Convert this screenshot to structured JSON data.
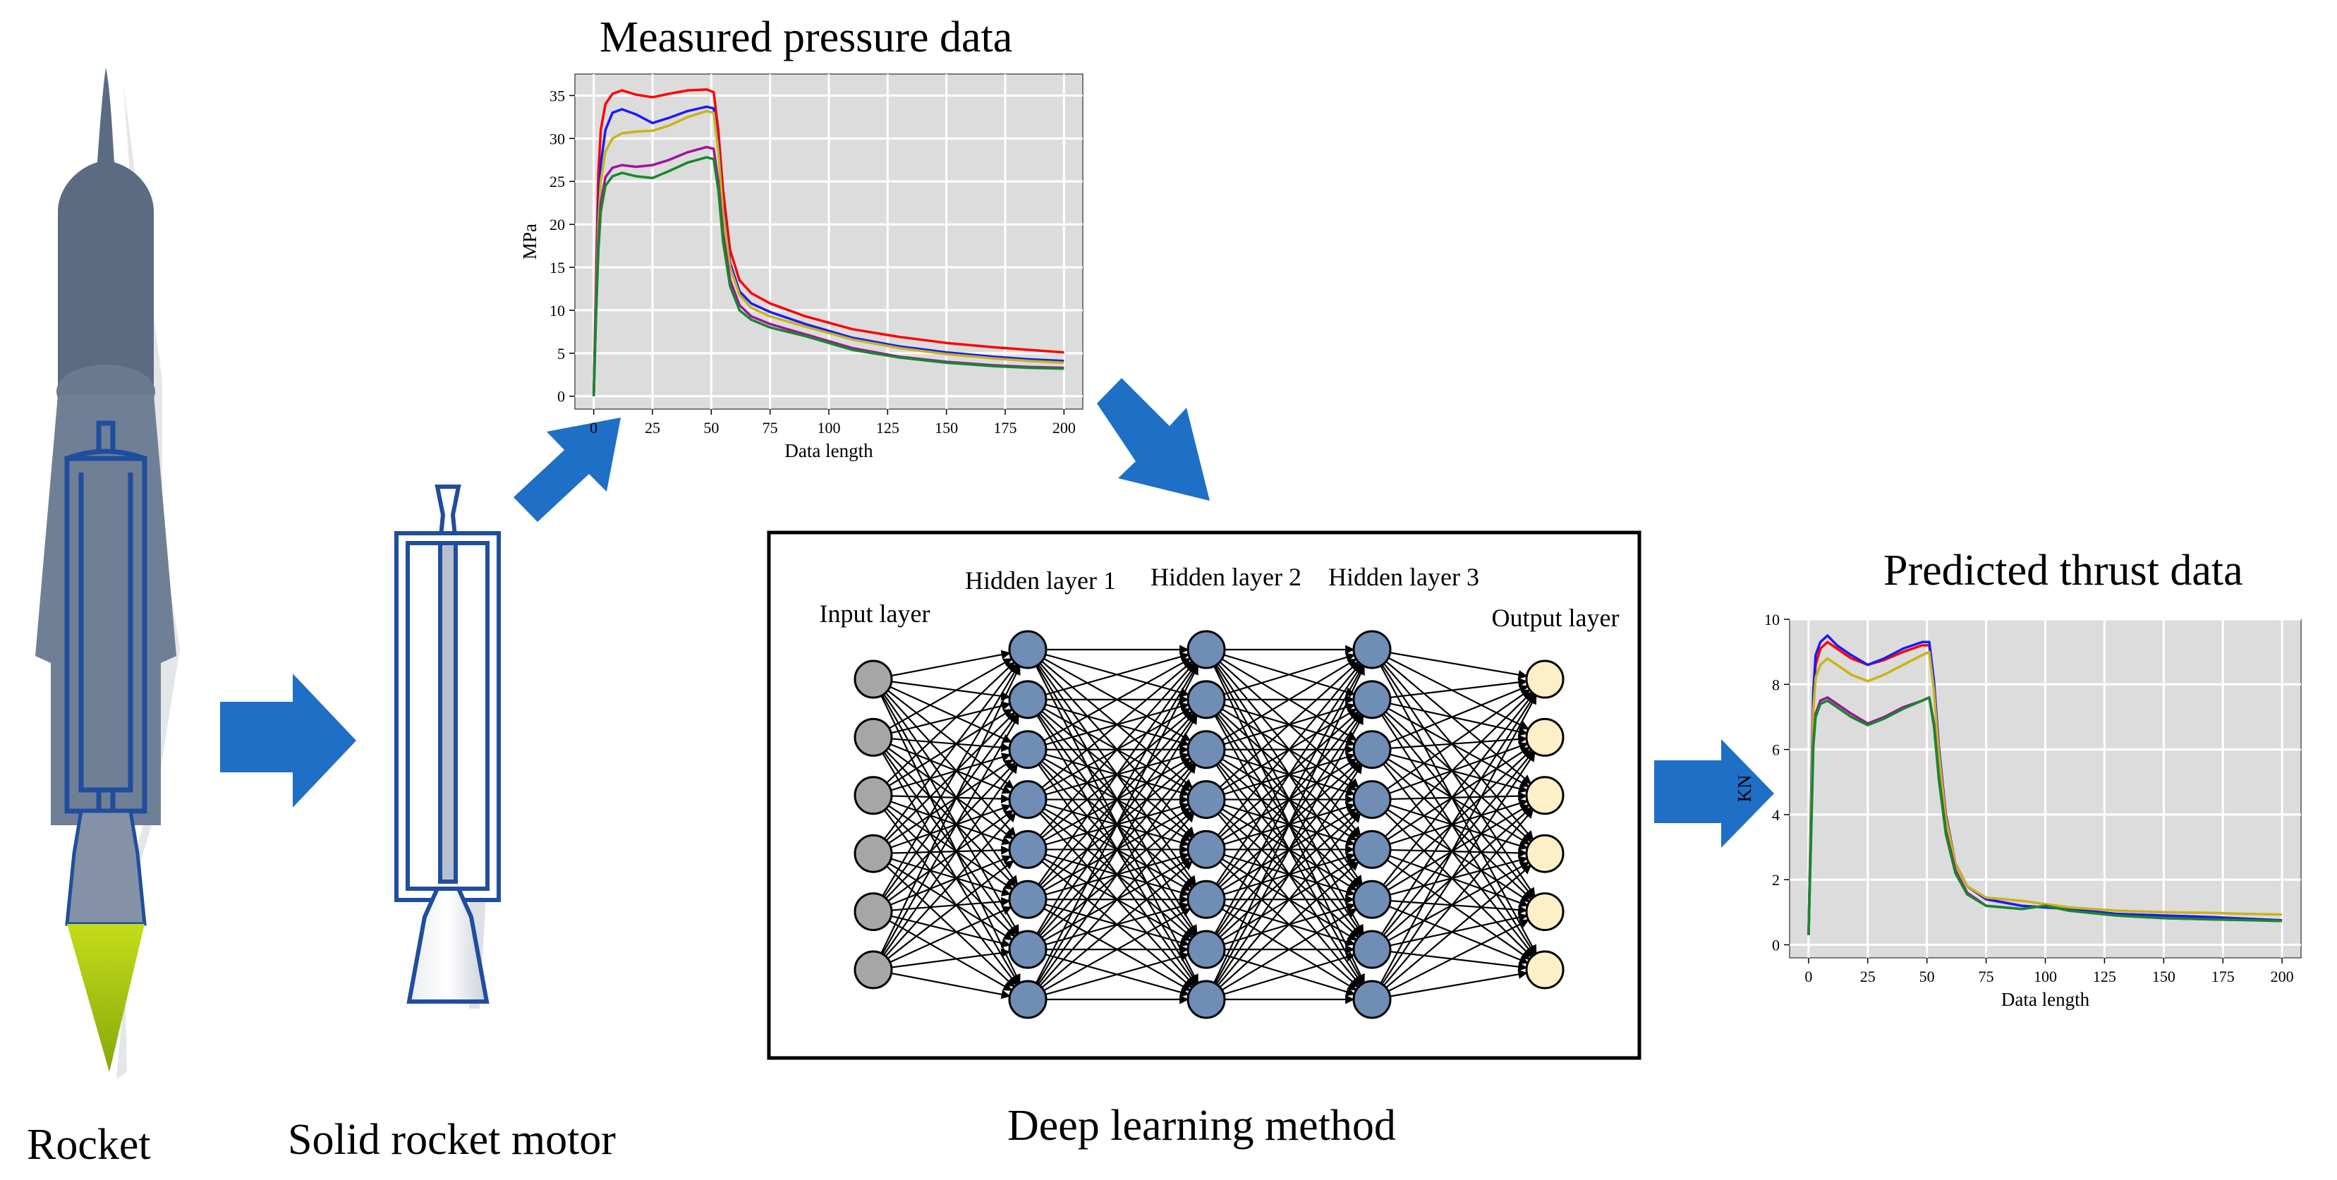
{
  "captions": {
    "rocket": "Rocket",
    "motor": "Solid rocket motor",
    "dl": "Deep learning method"
  },
  "network": {
    "layer_labels": [
      "Input layer",
      "Hidden layer 1",
      "Hidden layer 2",
      "Hidden layer 3",
      "Output layer"
    ],
    "layer_sizes": [
      6,
      8,
      8,
      8,
      6
    ],
    "colors": {
      "input": "#a6a6a6",
      "hidden": "#6f8db5",
      "output": "#fdf0c8"
    }
  },
  "colors": {
    "arrow": "#1f6fc7",
    "rocket_body": "#5b6b82",
    "motor_outline": "#1f4e9c",
    "flame": "#9cbd11"
  },
  "chart_data": [
    {
      "type": "line",
      "title": "Measured pressure data",
      "xlabel": "Data length",
      "ylabel": "MPa",
      "xlim": [
        -8,
        208
      ],
      "ylim": [
        -1.5,
        37.5
      ],
      "xticks": [
        0,
        25,
        50,
        75,
        100,
        125,
        150,
        175,
        200
      ],
      "yticks": [
        0,
        5,
        10,
        15,
        20,
        25,
        30,
        35
      ],
      "grid": true,
      "background": "#dcdcdc",
      "x": [
        0,
        1,
        2,
        3,
        5,
        8,
        12,
        18,
        25,
        32,
        40,
        48,
        51,
        53,
        55,
        58,
        62,
        67,
        75,
        90,
        110,
        130,
        150,
        170,
        185,
        200
      ],
      "series": [
        {
          "color": "#ff0000",
          "values": [
            0,
            14,
            26,
            31,
            34,
            35.2,
            35.6,
            35.1,
            34.8,
            35.2,
            35.6,
            35.7,
            35.4,
            31,
            24,
            17,
            13.5,
            12,
            10.8,
            9.3,
            7.8,
            6.9,
            6.2,
            5.7,
            5.4,
            5.1
          ]
        },
        {
          "color": "#1a1aff",
          "values": [
            0,
            12,
            22,
            27,
            31,
            33,
            33.4,
            32.8,
            31.8,
            32.4,
            33.2,
            33.7,
            33.5,
            29,
            22,
            15.5,
            12.2,
            10.8,
            9.8,
            8.4,
            6.8,
            5.8,
            5.1,
            4.6,
            4.3,
            4.1
          ]
        },
        {
          "color": "#c8b414",
          "values": [
            0,
            11,
            20,
            25,
            28.5,
            30,
            30.6,
            30.8,
            30.9,
            31.5,
            32.5,
            33.2,
            33,
            28.5,
            21.5,
            15,
            11.8,
            10.3,
            9.3,
            8.1,
            6.6,
            5.6,
            4.9,
            4.4,
            4.1,
            3.9
          ]
        },
        {
          "color": "#a0149a",
          "values": [
            0,
            10,
            18,
            22.5,
            25.5,
            26.6,
            26.9,
            26.7,
            26.9,
            27.5,
            28.4,
            29,
            28.8,
            25,
            19,
            13.5,
            10.6,
            9.3,
            8.4,
            7.2,
            5.6,
            4.6,
            4,
            3.6,
            3.4,
            3.3
          ]
        },
        {
          "color": "#15882b",
          "values": [
            0,
            9.5,
            17,
            21.5,
            24.5,
            25.6,
            26,
            25.6,
            25.4,
            26.2,
            27.2,
            27.8,
            27.6,
            24,
            18,
            12.8,
            10,
            8.9,
            8,
            7,
            5.4,
            4.5,
            3.9,
            3.5,
            3.3,
            3.2
          ]
        }
      ]
    },
    {
      "type": "line",
      "title": "Predicted thrust data",
      "xlabel": "Data length",
      "ylabel": "KN",
      "xlim": [
        -8,
        208
      ],
      "ylim": [
        -0.4,
        10
      ],
      "xticks": [
        0,
        25,
        50,
        75,
        100,
        125,
        150,
        175,
        200
      ],
      "yticks": [
        0,
        2,
        4,
        6,
        8,
        10
      ],
      "grid": true,
      "background": "#dcdcdc",
      "x": [
        0,
        1,
        2,
        3,
        5,
        8,
        12,
        18,
        25,
        32,
        40,
        48,
        51,
        53,
        55,
        58,
        62,
        67,
        75,
        90,
        100,
        110,
        130,
        150,
        170,
        185,
        200
      ],
      "series": [
        {
          "color": "#ff0000",
          "values": [
            0.3,
            4,
            7.5,
            8.6,
            9.1,
            9.3,
            9.1,
            8.8,
            8.6,
            8.75,
            9,
            9.2,
            9.2,
            8,
            6,
            4,
            2.5,
            1.8,
            1.4,
            1.2,
            1.15,
            1.1,
            0.95,
            0.9,
            0.85,
            0.8,
            0.75
          ]
        },
        {
          "color": "#1a1aff",
          "values": [
            0.3,
            4.2,
            7.8,
            8.9,
            9.3,
            9.5,
            9.2,
            8.9,
            8.6,
            8.8,
            9.1,
            9.3,
            9.3,
            8.1,
            6.1,
            4,
            2.5,
            1.8,
            1.4,
            1.2,
            1.15,
            1.1,
            0.95,
            0.9,
            0.85,
            0.8,
            0.75
          ]
        },
        {
          "color": "#c8b414",
          "values": [
            0.3,
            3.8,
            7.2,
            8.2,
            8.6,
            8.8,
            8.6,
            8.3,
            8.1,
            8.3,
            8.6,
            8.9,
            9,
            7.8,
            5.9,
            3.9,
            2.5,
            1.8,
            1.45,
            1.35,
            1.25,
            1.15,
            1.05,
            1,
            0.98,
            0.95,
            0.93
          ]
        },
        {
          "color": "#a0149a",
          "values": [
            0.3,
            3.2,
            6.2,
            7.1,
            7.5,
            7.6,
            7.4,
            7.1,
            6.8,
            7,
            7.3,
            7.5,
            7.6,
            6.8,
            5.2,
            3.5,
            2.3,
            1.6,
            1.2,
            1.1,
            1.2,
            1.05,
            0.9,
            0.82,
            0.78,
            0.76,
            0.73
          ]
        },
        {
          "color": "#15882b",
          "values": [
            0.3,
            3.1,
            6.1,
            7,
            7.4,
            7.5,
            7.3,
            7,
            6.75,
            6.95,
            7.25,
            7.5,
            7.6,
            6.7,
            5.1,
            3.4,
            2.2,
            1.55,
            1.2,
            1.1,
            1.2,
            1.05,
            0.9,
            0.82,
            0.78,
            0.76,
            0.73
          ]
        }
      ]
    }
  ]
}
